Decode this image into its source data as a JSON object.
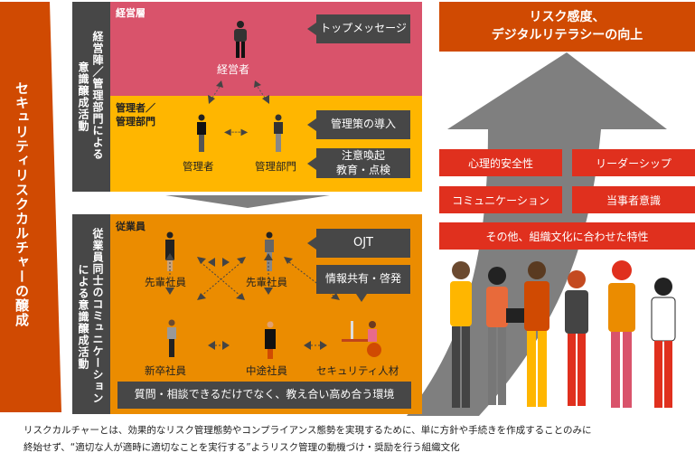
{
  "side_banner": "セキュリティリスクカルチャーの醸成",
  "top_block": {
    "vertical_label_1": "経営陣／管理部門による",
    "vertical_label_2": "意識醸成活動",
    "exec_section": "経営層",
    "exec_person": "経営者",
    "exec_callout": "トップメッセージ",
    "mgmt_section_1": "管理者／",
    "mgmt_section_2": "管理部門",
    "manager": "管理者",
    "mgmt_dept": "管理部門",
    "callout_measures": "管理策の導入",
    "callout_awareness_1": "注意喚起",
    "callout_awareness_2": "教育・点検"
  },
  "bottom_block": {
    "vertical_label_1": "従業員同士のコミュニケーション",
    "vertical_label_2": "による意識醸成活動",
    "section": "従業員",
    "senior_1": "先輩社員",
    "senior_2": "先輩社員",
    "new_grad": "新卒社員",
    "mid_career": "中途社員",
    "security_talent": "セキュリティ人材",
    "callout_ojt": "OJT",
    "callout_info": "情報共有・啓発",
    "environment": "質問・相談できるだけでなく、教え合い高め合う環境"
  },
  "goal": {
    "line1": "リスク感度、",
    "line2": "デジタルリテラシーの向上"
  },
  "traits": [
    "心理的安全性",
    "リーダーシップ",
    "コミュニケーション",
    "当事者意識",
    "その他、組織文化に合わせた特性"
  ],
  "footer": {
    "line1": "リスクカルチャーとは、効果的なリスク管理態勢やコンプライアンス態勢を実現するために、単に方針や手続きを作成することのみに",
    "line2": "終始せず、“適切な人が適時に適切なことを実行する”ようリスク管理の動機づけ・奨励を行う組織文化"
  },
  "colors": {
    "orange_dark": "#d04a02",
    "pink": "#d9536b",
    "yellow": "#ffb600",
    "orange": "#eb8c00",
    "red": "#e0301e",
    "gray_dark": "#474747"
  }
}
